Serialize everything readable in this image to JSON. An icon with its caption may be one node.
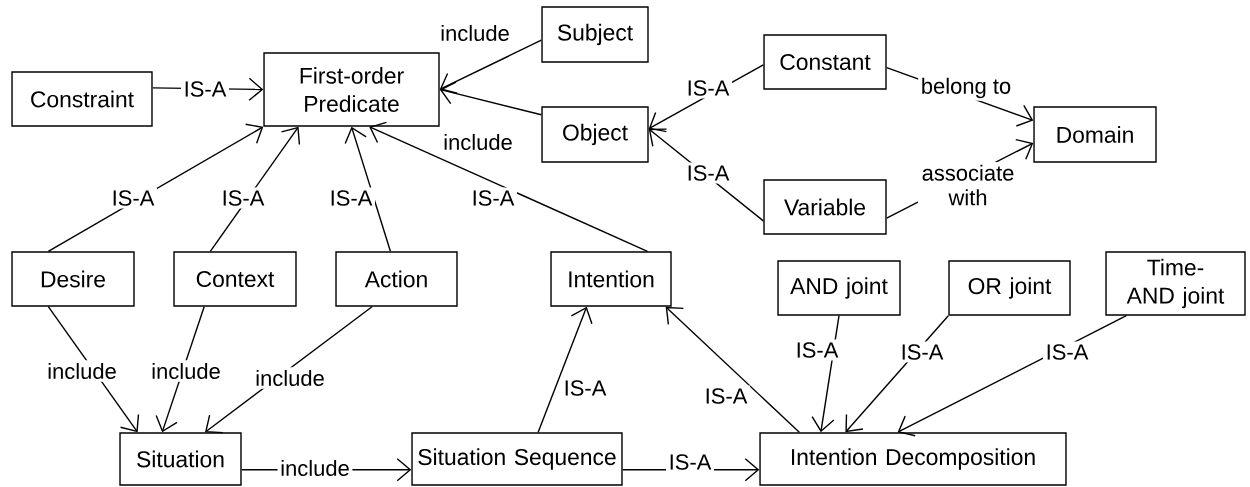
{
  "diagram": {
    "nodes": [
      {
        "text": [
          "Constraint"
        ]
      },
      {
        "text": [
          "First-order Predicate"
        ]
      },
      {
        "text": [
          "Subject"
        ]
      },
      {
        "text": [
          "Constant"
        ]
      },
      {
        "text": [
          "Object"
        ]
      },
      {
        "text": [
          "Domain"
        ]
      },
      {
        "text": [
          "Variable"
        ]
      },
      {
        "text": [
          "Desire"
        ]
      },
      {
        "text": [
          "Context"
        ]
      },
      {
        "text": [
          "Action"
        ]
      },
      {
        "text": [
          "Intention"
        ]
      },
      {
        "text": [
          "AND joint"
        ]
      },
      {
        "text": [
          "OR joint"
        ]
      },
      {
        "text": [
          "Time-AND joint"
        ]
      },
      {
        "text": [
          "Situation"
        ]
      },
      {
        "text": [
          "Situation Sequence"
        ]
      },
      {
        "text": [
          "Intention Decomposition"
        ]
      }
    ],
    "edges": [
      {
        "from": 0,
        "to": 1,
        "arrow": "to",
        "label": "IS-A"
      },
      {
        "from": 2,
        "to": 1,
        "arrow": "to",
        "label": "include"
      },
      {
        "from": 4,
        "to": 1,
        "arrow": "to",
        "label": "include"
      },
      {
        "from": 3,
        "to": 4,
        "arrow": "to",
        "label": "IS-A"
      },
      {
        "from": 6,
        "to": 4,
        "arrow": "to",
        "label": "IS-A"
      },
      {
        "from": 3,
        "to": 5,
        "arrow": "to",
        "label": "belong to"
      },
      {
        "from": 6,
        "to": 5,
        "arrow": "to",
        "label": "associate with"
      },
      {
        "from": 7,
        "to": 1,
        "arrow": "to",
        "label": "IS-A"
      },
      {
        "from": 8,
        "to": 1,
        "arrow": "to",
        "label": "IS-A"
      },
      {
        "from": 9,
        "to": 1,
        "arrow": "to",
        "label": "IS-A"
      },
      {
        "from": 10,
        "to": 1,
        "arrow": "to",
        "label": "IS-A"
      },
      {
        "from": 7,
        "to": 14,
        "arrow": "to",
        "label": "include"
      },
      {
        "from": 8,
        "to": 14,
        "arrow": "to",
        "label": "include"
      },
      {
        "from": 9,
        "to": 14,
        "arrow": "to",
        "label": "include"
      },
      {
        "from": 14,
        "to": 15,
        "arrow": "to",
        "label": "include"
      },
      {
        "from": 15,
        "to": 10,
        "arrow": "to",
        "label": "IS-A"
      },
      {
        "from": 15,
        "to": 16,
        "arrow": "to",
        "label": "IS-A"
      },
      {
        "from": 16,
        "to": 10,
        "arrow": "to",
        "label": "IS-A"
      },
      {
        "from": 11,
        "to": 16,
        "arrow": "to",
        "label": "IS-A"
      },
      {
        "from": 12,
        "to": 16,
        "arrow": "to",
        "label": "IS-A"
      },
      {
        "from": 13,
        "to": 16,
        "arrow": "to",
        "label": "IS-A"
      }
    ]
  }
}
